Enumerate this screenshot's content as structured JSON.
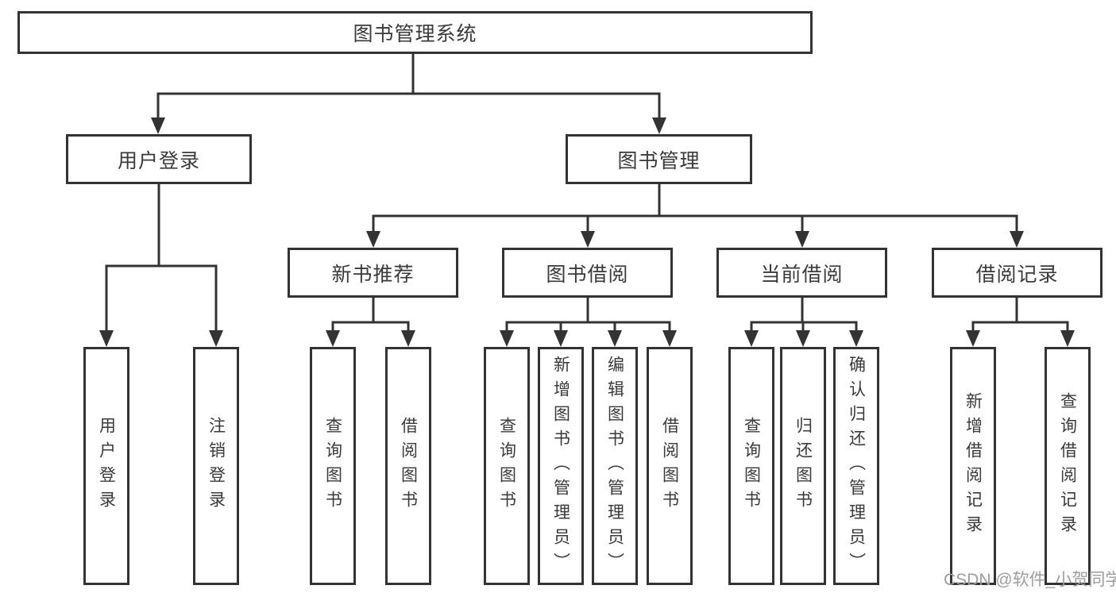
{
  "colors": {
    "line": "#333333",
    "text": "#3a3a3a",
    "box_background": "#ffffff",
    "watermark": "#9d9d9d",
    "background": "#ffffff"
  },
  "watermark": {
    "text": "CSDN @软件_小贺同学"
  },
  "tree": {
    "label": "图书管理系统",
    "children": [
      {
        "label": "用户登录",
        "children": [
          {
            "label": "用户登录"
          },
          {
            "label": "注销登录"
          }
        ]
      },
      {
        "label": "图书管理",
        "children": [
          {
            "label": "新书推荐",
            "children": [
              {
                "label": "查询图书"
              },
              {
                "label": "借阅图书"
              }
            ]
          },
          {
            "label": "图书借阅",
            "children": [
              {
                "label": "查询图书"
              },
              {
                "label": "新增图书（管理员）"
              },
              {
                "label": "编辑图书（管理员）"
              },
              {
                "label": "借阅图书"
              }
            ]
          },
          {
            "label": "当前借阅",
            "children": [
              {
                "label": "查询图书"
              },
              {
                "label": "归还图书"
              },
              {
                "label": "确认归还（管理员）"
              }
            ]
          },
          {
            "label": "借阅记录",
            "children": [
              {
                "label": "新增借阅记录"
              },
              {
                "label": "查询借阅记录"
              }
            ]
          }
        ]
      }
    ]
  }
}
